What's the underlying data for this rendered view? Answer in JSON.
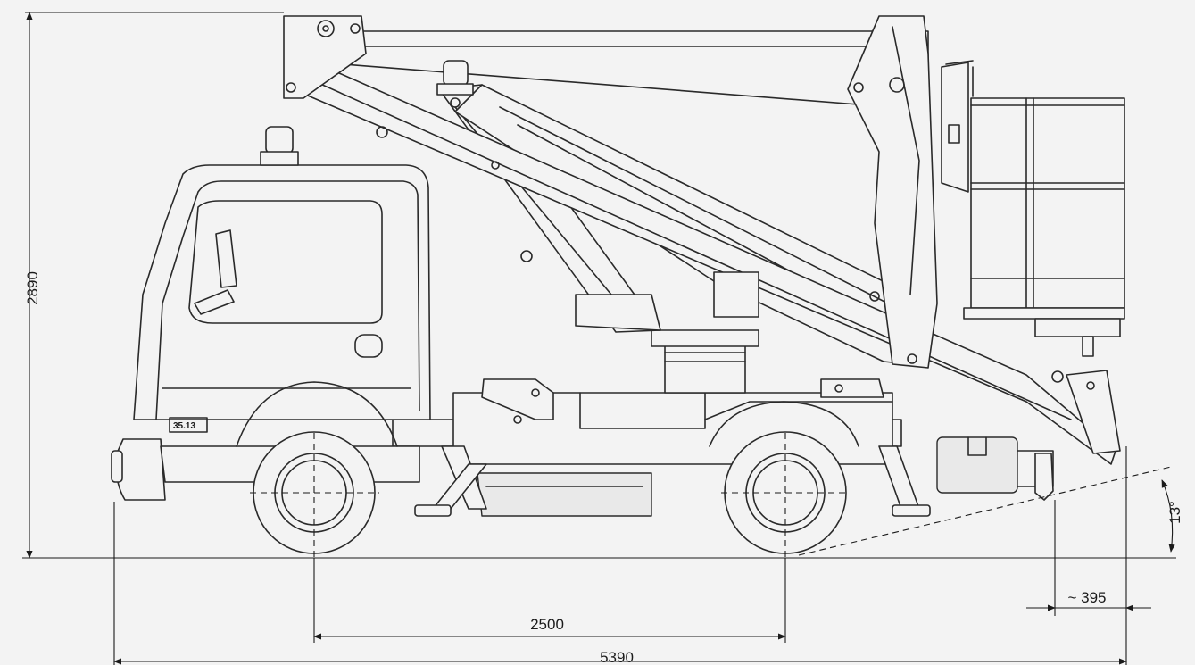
{
  "dimensions": {
    "overall_height": "2890",
    "wheelbase": "2500",
    "overall_length": "5390",
    "rear_overhang": "~ 395",
    "departure_angle": "13°"
  },
  "cab_badge": "35.13",
  "colors": {
    "background": "#f3f3f3",
    "line": "#2a2a2a"
  }
}
